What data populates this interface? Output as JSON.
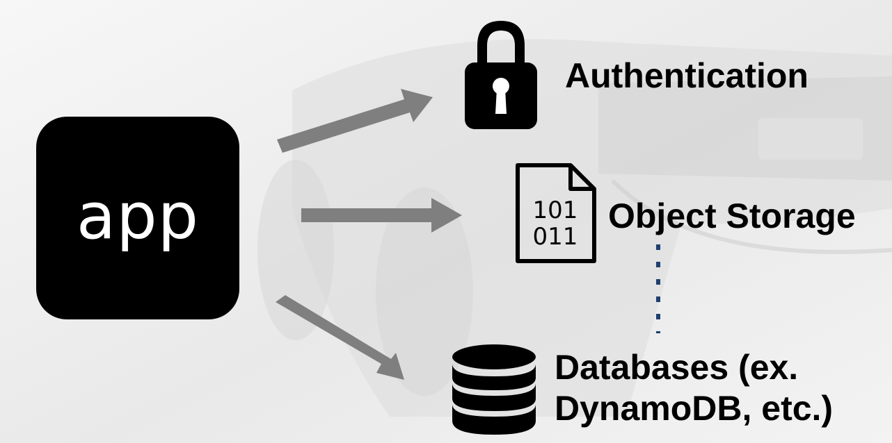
{
  "diagram": {
    "app_label": "app",
    "nodes": [
      {
        "id": "auth",
        "label": "Authentication",
        "icon": "padlock-icon"
      },
      {
        "id": "object-storage",
        "label": "Object Storage",
        "icon": "binary-file-icon",
        "icon_text": [
          "101",
          "011"
        ]
      },
      {
        "id": "databases",
        "label_lines": [
          "Databases (ex.",
          "DynamoDB, etc.)"
        ],
        "icon": "database-icon"
      }
    ],
    "edges": [
      {
        "from": "app",
        "to": "auth"
      },
      {
        "from": "app",
        "to": "object-storage"
      },
      {
        "from": "app",
        "to": "databases"
      },
      {
        "from": "object-storage",
        "to": "databases",
        "style": "dotted"
      }
    ]
  },
  "colors": {
    "arrow": "#7f7f7f",
    "dotted_connector": "#1f3f6e",
    "icon": "#000000",
    "app_tile": "#000000",
    "app_text": "#ffffff"
  }
}
